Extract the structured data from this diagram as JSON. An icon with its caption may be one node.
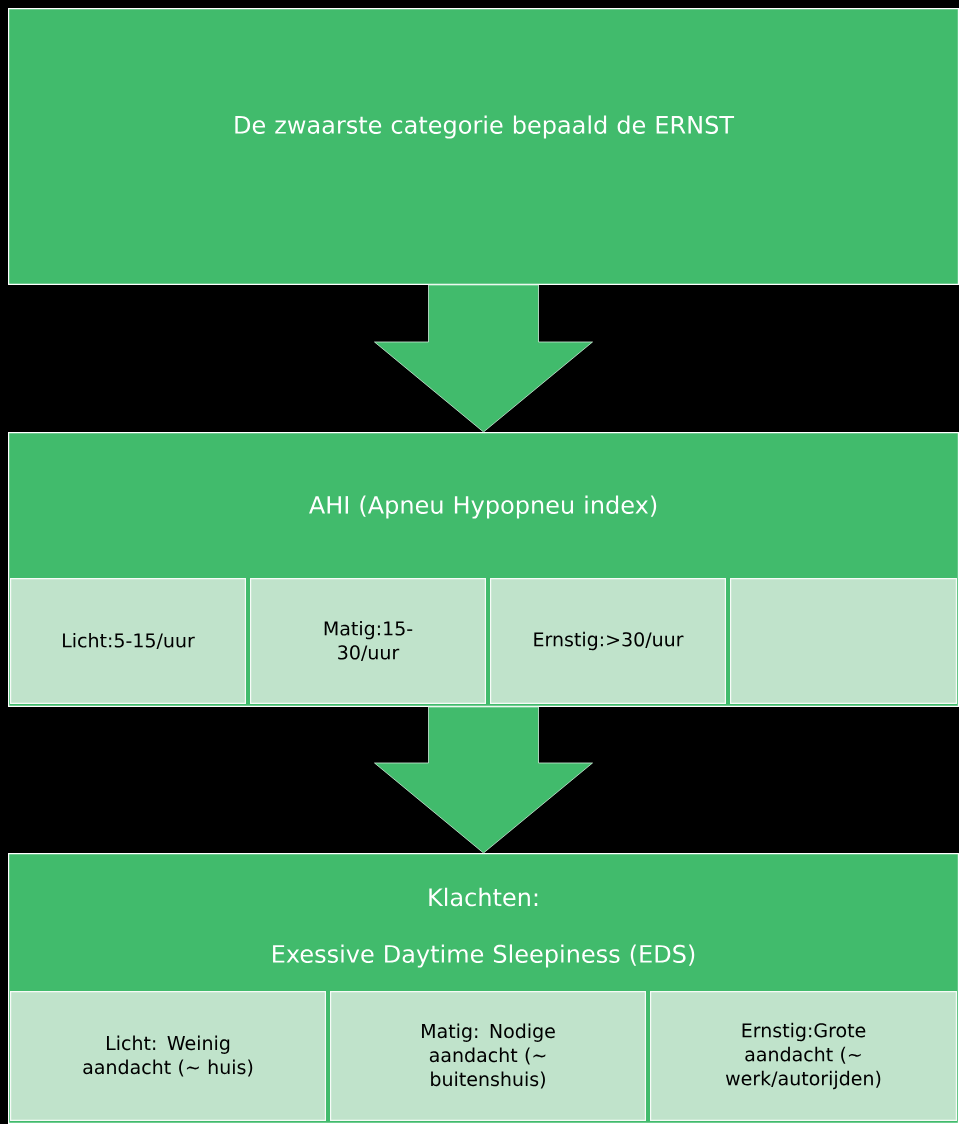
{
  "diagram": {
    "nodes": [
      {
        "text": [
          "De zwaarste categorie bepaald de ERNST"
        ]
      },
      {
        "text": [
          "AHI (Apneu Hypopneu index)"
        ]
      },
      {
        "text": [
          "Licht:5-15/uur"
        ],
        "in": 1
      },
      {
        "text": [
          "Matig:15-30/uur"
        ],
        "in": 1
      },
      {
        "text": [
          "Ernstig:>30/uur"
        ],
        "in": 1
      },
      {
        "text": [],
        "shape": "box",
        "in": 1
      },
      {
        "text": [
          "Klachten:",
          "Exessive Daytime Sleepiness (EDS)"
        ]
      },
      {
        "text": [
          "Licht: Weinig aandacht (∼ huis)"
        ],
        "in": 6
      },
      {
        "text": [
          "Matig: Nodige aandacht (∼ buitenshuis)"
        ],
        "in": 6
      },
      {
        "text": [
          "Ernstig:Grote aandacht (∼ werk/autorijden)"
        ],
        "in": 6
      }
    ],
    "edges": [
      {
        "from": 0,
        "to": 1,
        "arrow": "to"
      },
      {
        "from": 1,
        "to": 6,
        "arrow": "to"
      }
    ]
  }
}
